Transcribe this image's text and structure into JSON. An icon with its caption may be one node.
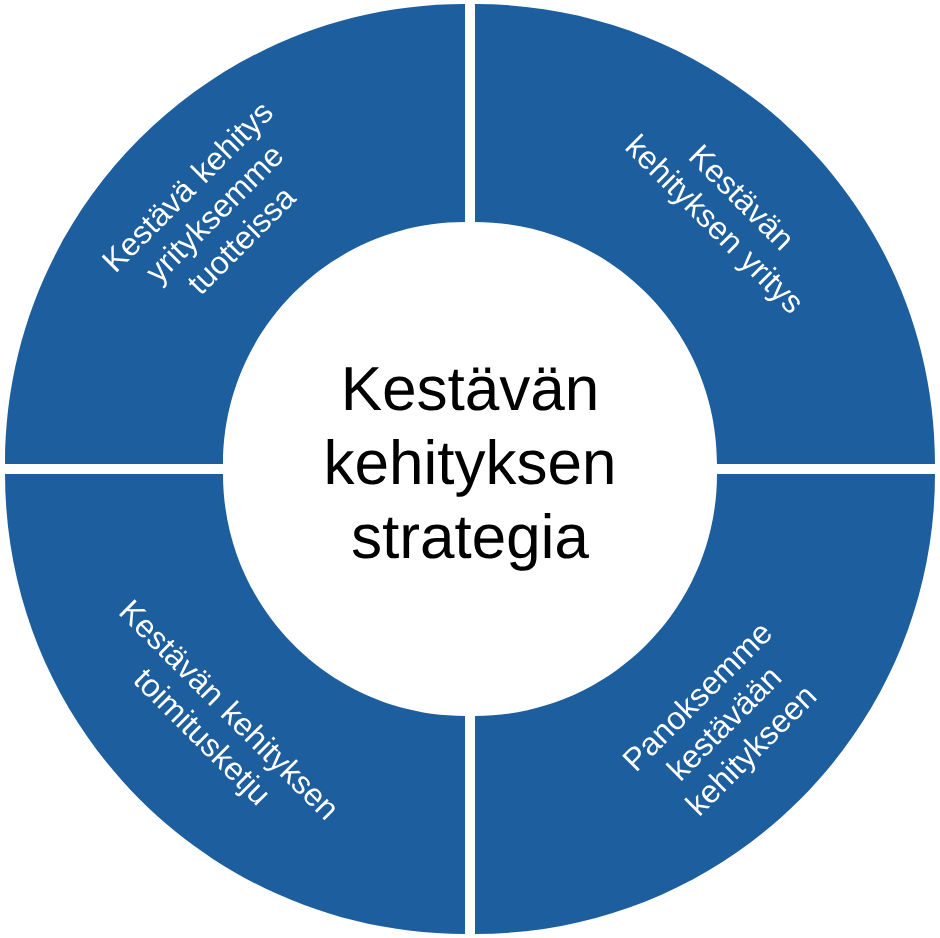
{
  "diagram": {
    "nodes": [
      {
        "text": [
          "Kestävän kehityksen strategia"
        ]
      },
      {
        "text": [
          "Kestävä kehitys yrityksemme tuotteissa"
        ]
      },
      {
        "text": [
          "Kestävän kehityksen yritys"
        ]
      },
      {
        "text": [
          "Kestävän kehityksen toimitusketju"
        ]
      },
      {
        "text": [
          "Panoksemme kestävään kehitykseen"
        ]
      }
    ]
  }
}
